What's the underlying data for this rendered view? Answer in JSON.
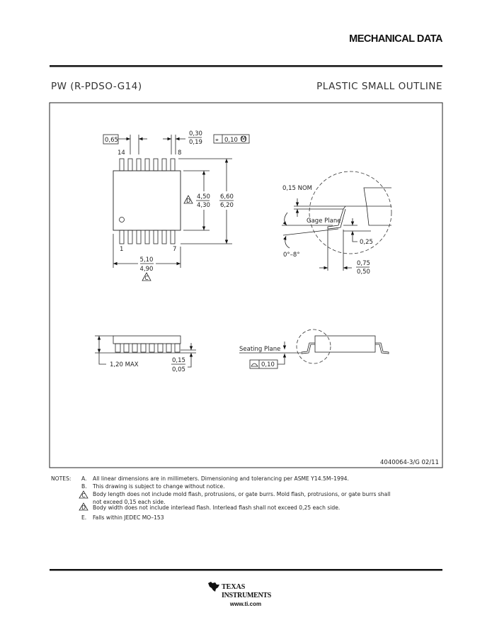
{
  "header": {
    "section_title": "MECHANICAL DATA",
    "package_code": "PW (R-PDSO-G14)",
    "package_type": "PLASTIC SMALL OUTLINE"
  },
  "top_view": {
    "pitch": "0,65",
    "lead_width_max": "0,30",
    "lead_width_min": "0,19",
    "position_tolerance": "0,10",
    "position_symbol": "⌖",
    "mmc_symbol": "M",
    "pin_14": "14",
    "pin_8": "8",
    "pin_1": "1",
    "pin_7": "7",
    "body_width_max": "4,50",
    "body_width_min": "4,30",
    "body_width_note": "D",
    "overall_width_max": "6,60",
    "overall_width_min": "6,20",
    "body_length_max": "5,10",
    "body_length_min": "4,90",
    "body_length_note": "C"
  },
  "detail_view": {
    "lead_thickness": "0,15 NOM",
    "gage_plane": "Gage Plane",
    "gage_height": "0,25",
    "angle": "0°–8°",
    "foot_length_max": "0,75",
    "foot_length_min": "0,50"
  },
  "side_view": {
    "height": "1,20 MAX",
    "standoff_max": "0,15",
    "standoff_min": "0,05",
    "seating_plane": "Seating Plane",
    "coplanarity": "0,10"
  },
  "drawing_number": "4040064-3/G  02/11",
  "notes": {
    "label": "NOTES:",
    "items": [
      {
        "marker": "A.",
        "text": "All linear dimensions are in millimeters.  Dimensioning and tolerancing per ASME Y14.5M–1994."
      },
      {
        "marker": "B.",
        "text": "This drawing is subject to change without notice."
      },
      {
        "marker": "C",
        "text": "Body length does not include mold flash, protrusions, or gate burrs.  Mold flash, protrusions, or gate burrs shall",
        "text2": "not exceed 0,15 each side."
      },
      {
        "marker": "D",
        "text": "Body width does not include interlead flash.  Interlead flash shall not exceed 0,25 each side."
      },
      {
        "marker": "E.",
        "text": "Falls within JEDEC MO–153"
      }
    ]
  },
  "footer": {
    "brand_line1": "TEXAS",
    "brand_line2": "INSTRUMENTS",
    "website": "www.ti.com"
  }
}
